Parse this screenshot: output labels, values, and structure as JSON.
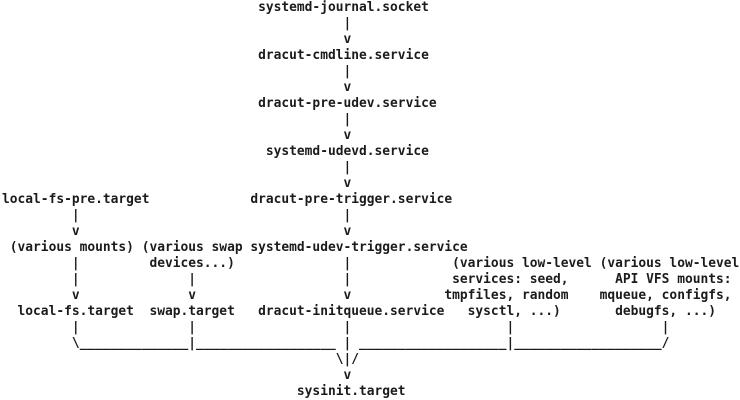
{
  "colors": {
    "text": "#1b1b1b",
    "background": "#ffffff"
  },
  "diagram": {
    "type": "ascii-flowchart",
    "ascii_lines": [
      "                                 systemd-journal.socket",
      "                                            |",
      "                                            v",
      "                                 dracut-cmdline.service",
      "                                            |",
      "                                            v",
      "                                 dracut-pre-udev.service",
      "                                            |",
      "                                            v",
      "                                  systemd-udevd.service",
      "                                            |",
      "                                            v",
      "local-fs-pre.target             dracut-pre-trigger.service",
      "         |                                  |",
      "         v                                  v",
      " (various mounts) (various swap systemd-udev-trigger.service",
      "         |         devices...)              |             (various low-level (various low-level",
      "         |              |                   |             services: seed,      API VFS mounts:",
      "         v              v                   v            tmpfiles, random    mqueue, configfs,",
      "  local-fs.target  swap.target   dracut-initqueue.service   sysctl, ...)       debugfs, ...)",
      "         |              |                   |                    |                   |",
      "         \\______________|__________________ | ___________________|___________________/",
      "                                           \\|/",
      "                                            v",
      "                                      sysinit.target"
    ],
    "nodes": [
      "systemd-journal.socket",
      "dracut-cmdline.service",
      "dracut-pre-udev.service",
      "systemd-udevd.service",
      "dracut-pre-trigger.service",
      "systemd-udev-trigger.service",
      "local-fs-pre.target",
      "(various mounts)",
      "(various swap devices...)",
      "local-fs.target",
      "swap.target",
      "dracut-initqueue.service",
      "(various low-level services: seed, tmpfiles, random sysctl, ...)",
      "(various low-level API VFS mounts: mqueue, configfs, debugfs, ...)",
      "sysinit.target"
    ],
    "flow_chains": [
      [
        "systemd-journal.socket",
        "dracut-cmdline.service",
        "dracut-pre-udev.service",
        "systemd-udevd.service",
        "dracut-pre-trigger.service",
        "systemd-udev-trigger.service",
        "dracut-initqueue.service",
        "sysinit.target"
      ],
      [
        "local-fs-pre.target",
        "(various mounts)",
        "local-fs.target",
        "sysinit.target"
      ],
      [
        "(various swap devices...)",
        "swap.target",
        "sysinit.target"
      ],
      [
        "(various low-level services: seed, tmpfiles, random sysctl, ...)",
        "sysinit.target"
      ],
      [
        "(various low-level API VFS mounts: mqueue, configfs, debugfs, ...)",
        "sysinit.target"
      ]
    ]
  }
}
